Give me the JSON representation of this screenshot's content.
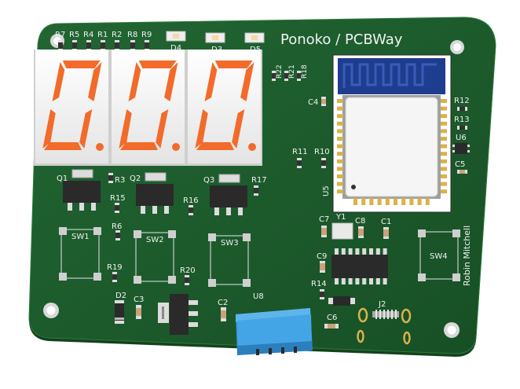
{
  "board": {
    "title": "Ponoko / PCBWay",
    "author": "Robin Mitchell",
    "colors": {
      "pcb": "#1d5a2a",
      "pcb_edge": "#14421e",
      "silkscreen": "#f2f2f2",
      "segment_on": "#f26b2a",
      "display_body": "#f4f4f4",
      "ic_body": "#2a2a2a",
      "module_antenna": "#1f3d8f",
      "gold": "#d9b24a",
      "connector": "#3ea0e0"
    }
  },
  "labels": {
    "r7": "R7",
    "r5": "R5",
    "r4": "R4",
    "r1": "R1",
    "r2": "R2",
    "r8": "R8",
    "r9": "R9",
    "d4": "D4",
    "d3": "D3",
    "d5": "D5",
    "r22": "R22",
    "r21": "R21",
    "r18": "R18",
    "c4": "C4",
    "r12": "R12",
    "r13": "R13",
    "u6": "U6",
    "c5": "C5",
    "r11": "R11",
    "r10": "R10",
    "u5": "U5",
    "q1": "Q1",
    "q2": "Q2",
    "q3": "Q3",
    "r3": "R3",
    "r17": "R17",
    "r15": "R15",
    "r16": "R16",
    "r6": "R6",
    "sw1": "SW1",
    "sw2": "SW2",
    "sw3": "SW3",
    "sw4": "SW4",
    "r19": "R19",
    "r20": "R20",
    "c7": "C7",
    "y1": "Y1",
    "c8": "C8",
    "c1": "C1",
    "c9": "C9",
    "r14": "R14",
    "d2": "D2",
    "c3": "C3",
    "c2": "C2",
    "u8": "U8",
    "c6": "C6",
    "j2": "J2"
  },
  "displays": [
    {
      "digit": "0"
    },
    {
      "digit": "0"
    },
    {
      "digit": "0"
    }
  ]
}
